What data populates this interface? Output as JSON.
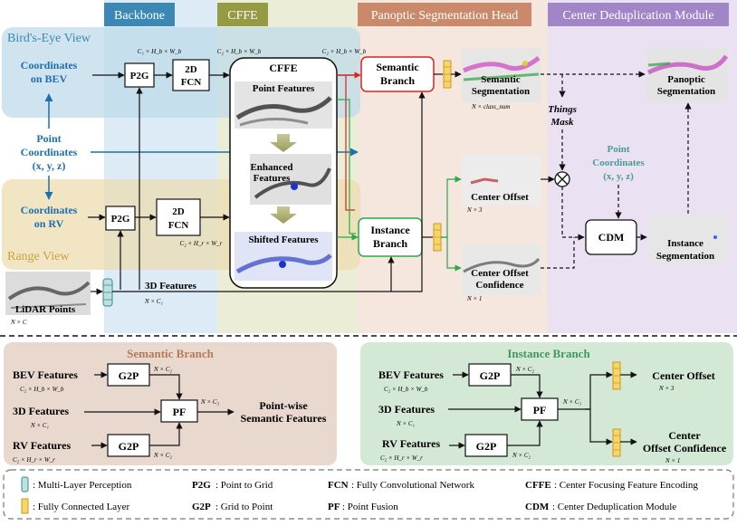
{
  "colors": {
    "backbone": "#3b87b6",
    "cffe": "#959a43",
    "psh": "#c9896a",
    "cdm": "#a285c8",
    "bev": "#1e6fb0",
    "rv": "#c9a23c",
    "semantic": "#e02020",
    "instance": "#2aa84a",
    "teal": "#4a9a96",
    "semantic_title": "#b57a5a",
    "instance_title": "#3f9a5a"
  },
  "headers": {
    "backbone": "Backbone",
    "cffe": "CFFE",
    "psh": "Panoptic Segmentation Head",
    "cdm": "Center Deduplication Module"
  },
  "views": {
    "bev": "Bird's-Eye View",
    "rv": "Range View"
  },
  "top": {
    "coord_bev": [
      "Coordinates",
      "on BEV"
    ],
    "point_coords": [
      "Point",
      "Coordinates",
      "(x, y, z)"
    ],
    "coord_rv": [
      "Coordinates",
      "on RV"
    ],
    "p2g": "P2G",
    "fcn": [
      "2D",
      "FCN"
    ],
    "dim_bev1": "C₁ × H_b × W_b",
    "dim_bev2": "C₂ × H_b × W_b",
    "dim_bev3": "C₂ × H_b × W_b",
    "dim_rv": "C₂ × H_r × W_r",
    "cffe_title": "CFFE",
    "point_features": "Point Features",
    "enhanced_features": [
      "Enhanced",
      "Features"
    ],
    "shifted_features": "Shifted Features",
    "semantic_branch": [
      "Semantic",
      "Branch"
    ],
    "instance_branch": [
      "Instance",
      "Branch"
    ],
    "semantic_seg": [
      "Semantic",
      "Segmentation"
    ],
    "semantic_seg_dim": "N × class_num",
    "things_mask": [
      "Things",
      "Mask"
    ],
    "center_offset": "Center Offset",
    "center_offset_dim": "N × 3",
    "center_offset_conf": [
      "Center Offset",
      "Confidence"
    ],
    "center_offset_conf_dim": "N × 1",
    "point_coords_cdm": [
      "Point",
      "Coordinates",
      "(x, y, z)"
    ],
    "cdm": "CDM",
    "instance_seg": [
      "Instance",
      "Segmentation"
    ],
    "panoptic_seg": [
      "Panoptic",
      "Segmentation"
    ],
    "lidar_points": "LiDAR Points",
    "lidar_dim": "N × C",
    "features_3d": "3D Features",
    "features_3d_dim": "N × C₁"
  },
  "semantic_panel": {
    "title": "Semantic Branch",
    "bev_features": "BEV Features",
    "bev_dim": "C₂ × H_b × W_b",
    "features_3d": "3D Features",
    "features_3d_dim": "N × C₁",
    "rv_features": "RV Features",
    "rv_dim": "C₂ × H_r × W_r",
    "g2p": "G2P",
    "pf": "PF",
    "dim_top": "N × C₂",
    "dim_out": "N × C₃",
    "dim_bottom": "N × C₂",
    "output": [
      "Point-wise",
      "Semantic Features"
    ]
  },
  "instance_panel": {
    "title": "Instance Branch",
    "bev_features": "BEV Features",
    "bev_dim": "C₂ × H_b × W_b",
    "features_3d": "3D Features",
    "features_3d_dim": "N × C₁",
    "rv_features": "RV Features",
    "rv_dim": "C₂ × H_r × W_r",
    "g2p": "G2P",
    "pf": "PF",
    "dim_top": "N × C₂",
    "dim_out": "N × C₃",
    "dim_bottom": "N × C₂",
    "center_offset": "Center Offset",
    "center_offset_dim": "N × 3",
    "center_offset_conf": [
      "Center",
      "Offset Confidence"
    ],
    "center_offset_conf_dim": "N × 1"
  },
  "legend": {
    "mlp": ": Multi-Layer Perception",
    "fc": ": Fully Connected Layer",
    "p2g_key": "P2G",
    "p2g_val": ": Point to Grid",
    "g2p_key": "G2P",
    "g2p_val": ": Grid to Point",
    "fcn_key": "FCN",
    "fcn_val": ": Fully Convolutional Network",
    "pf_key": "PF",
    "pf_val": ": Point Fusion",
    "cffe_key": "CFFE",
    "cffe_val": ": Center Focusing Feature Encoding",
    "cdm_key": "CDM",
    "cdm_val": ": Center Deduplication Module"
  }
}
